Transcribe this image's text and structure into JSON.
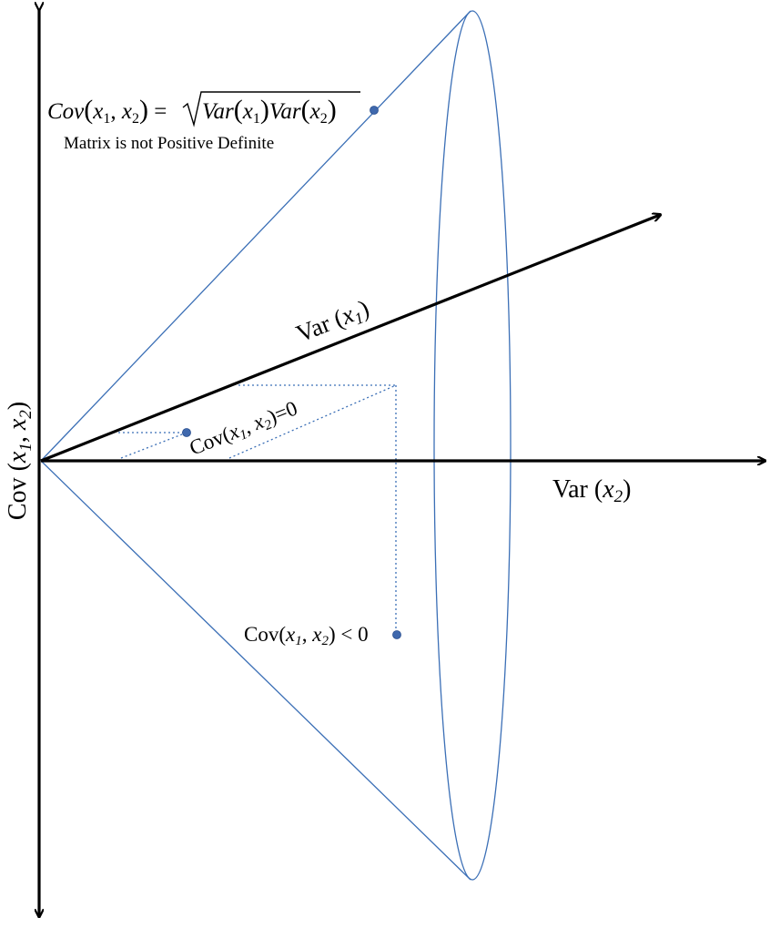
{
  "colors": {
    "axis": "#000000",
    "cone": "#3b6fb6",
    "point": "#3f68ad",
    "background": "#ffffff"
  },
  "labels": {
    "vertical_axis": {
      "prefix": "Cov (",
      "var1": "x",
      "sub1": "1",
      "sep": ", ",
      "var2": "x",
      "sub2": "2",
      "suffix": ")"
    },
    "axis_x1": {
      "prefix": "Var (",
      "var": "x",
      "sub": "1",
      "suffix": ")"
    },
    "axis_x2": {
      "prefix": "Var (",
      "var": "x",
      "sub": "2",
      "suffix": ")"
    },
    "cov_zero": {
      "prefix": "Cov(",
      "var1": "x",
      "sub1": "1",
      "sep": ", ",
      "var2": "x",
      "sub2": "2",
      "suffix": ")=0"
    },
    "cov_negative": {
      "prefix": "Cov(",
      "var1": "x",
      "sub1": "1",
      "sep": ", ",
      "var2": "x",
      "sub2": "2",
      "suffix": ") < 0"
    },
    "boundary_formula": {
      "lhs_cov": "Cov",
      "lhs_open": "(",
      "lhs_x1": "x",
      "lhs_s1": "1",
      "lhs_comma": ", ",
      "lhs_x2": "x",
      "lhs_s2": "2",
      "lhs_close": ")",
      "equals": " = ",
      "var_a": "Var",
      "open_a": "(",
      "x_a": "x",
      "s_a": "1",
      "close_a": ")",
      "var_b": "Var",
      "open_b": "(",
      "x_b": "x",
      "s_b": "2",
      "close_b": ")"
    },
    "boundary_note": "Matrix is not Positive Definite"
  },
  "icons": {
    "boundary_point": "dot-marker",
    "zero_point": "dot-marker",
    "negative_point": "dot-marker"
  }
}
